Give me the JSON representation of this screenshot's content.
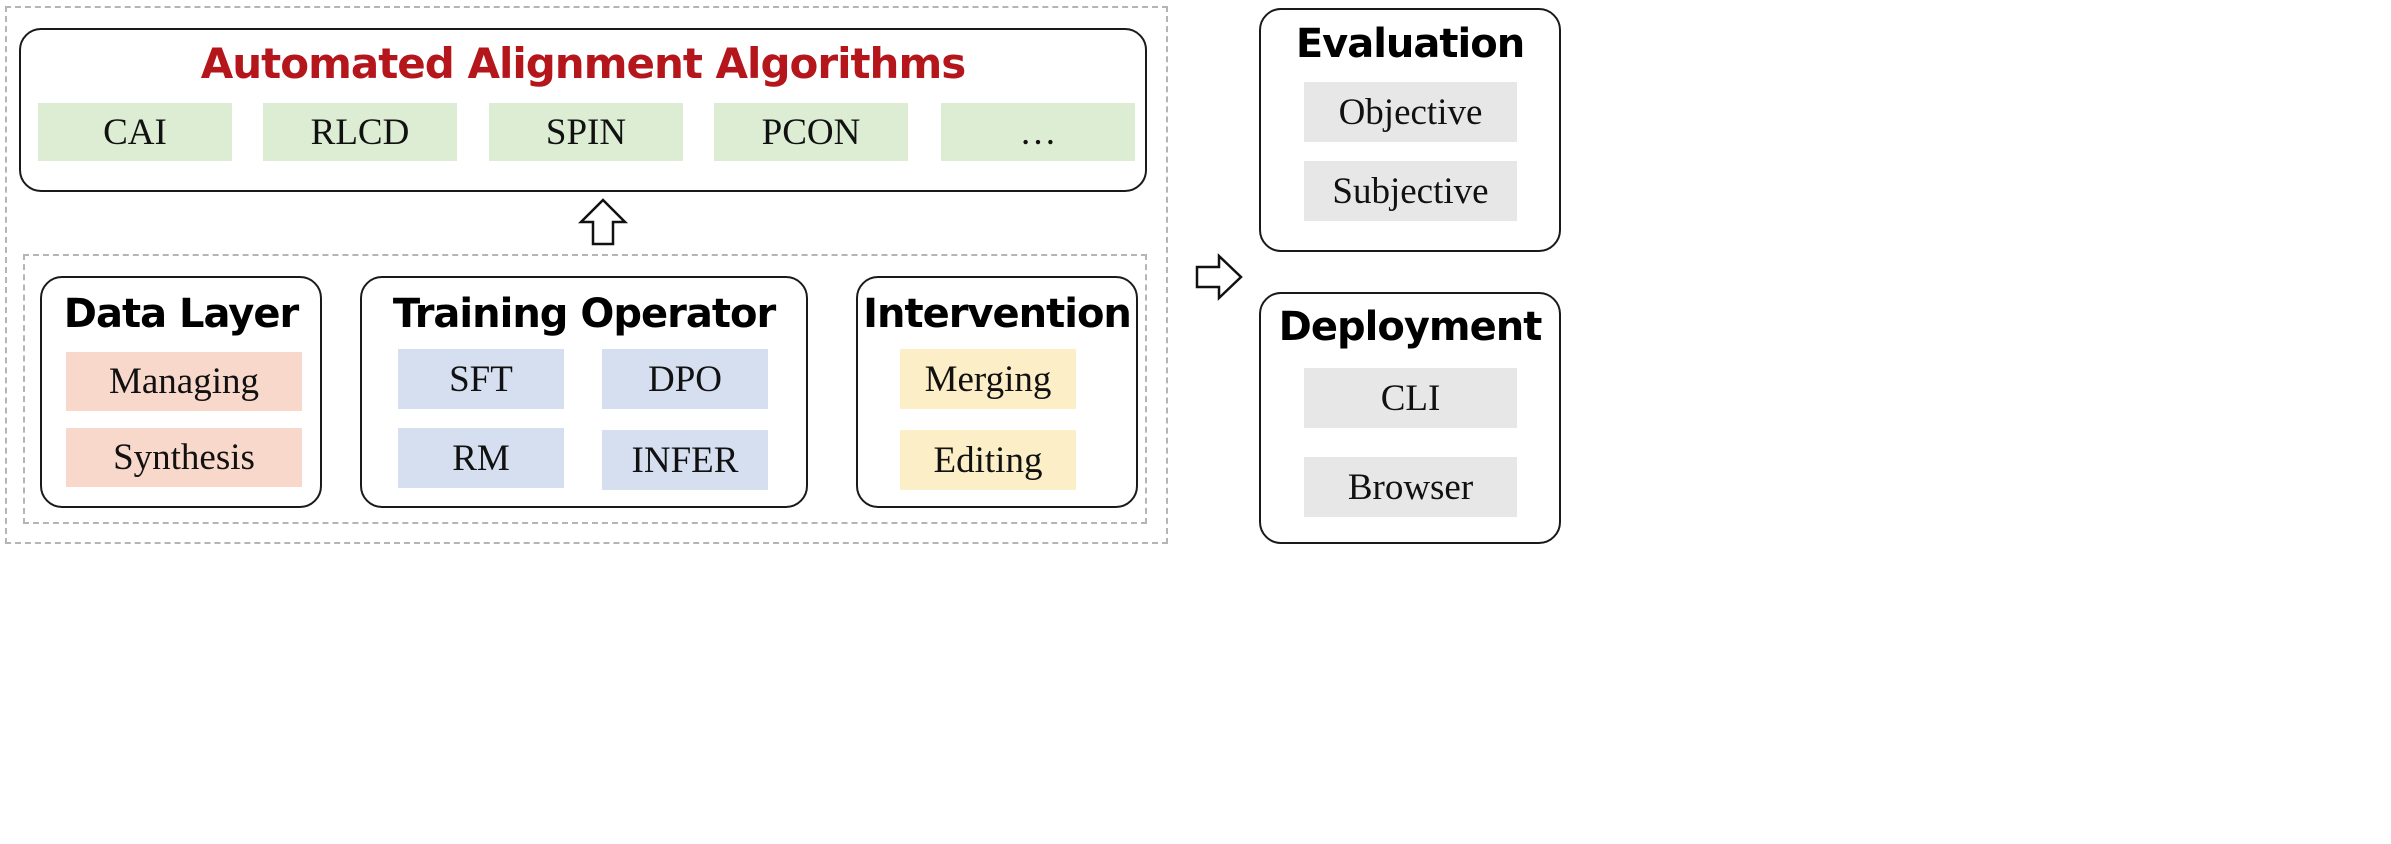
{
  "algorithms": {
    "title": "Automated Alignment Algorithms",
    "items": [
      "CAI",
      "RLCD",
      "SPIN",
      "PCON",
      "…"
    ]
  },
  "data_layer": {
    "title": "Data Layer",
    "items": [
      "Managing",
      "Synthesis"
    ]
  },
  "training_operator": {
    "title": "Training Operator",
    "items": [
      "SFT",
      "DPO",
      "RM",
      "INFER"
    ]
  },
  "intervention": {
    "title": "Intervention",
    "items": [
      "Merging",
      "Editing"
    ]
  },
  "evaluation": {
    "title": "Evaluation",
    "items": [
      "Objective",
      "Subjective"
    ]
  },
  "deployment": {
    "title": "Deployment",
    "items": [
      "CLI",
      "Browser"
    ]
  },
  "colors": {
    "title_red": "#b4161b",
    "algo_chip": "#dcedd4",
    "data_chip": "#f8d8cb",
    "training_chip": "#d5dff0",
    "intervention_chip": "#fcefc8",
    "eval_chip": "#e7e7e7"
  },
  "icons": [
    "arrow-up-icon",
    "arrow-right-icon"
  ]
}
